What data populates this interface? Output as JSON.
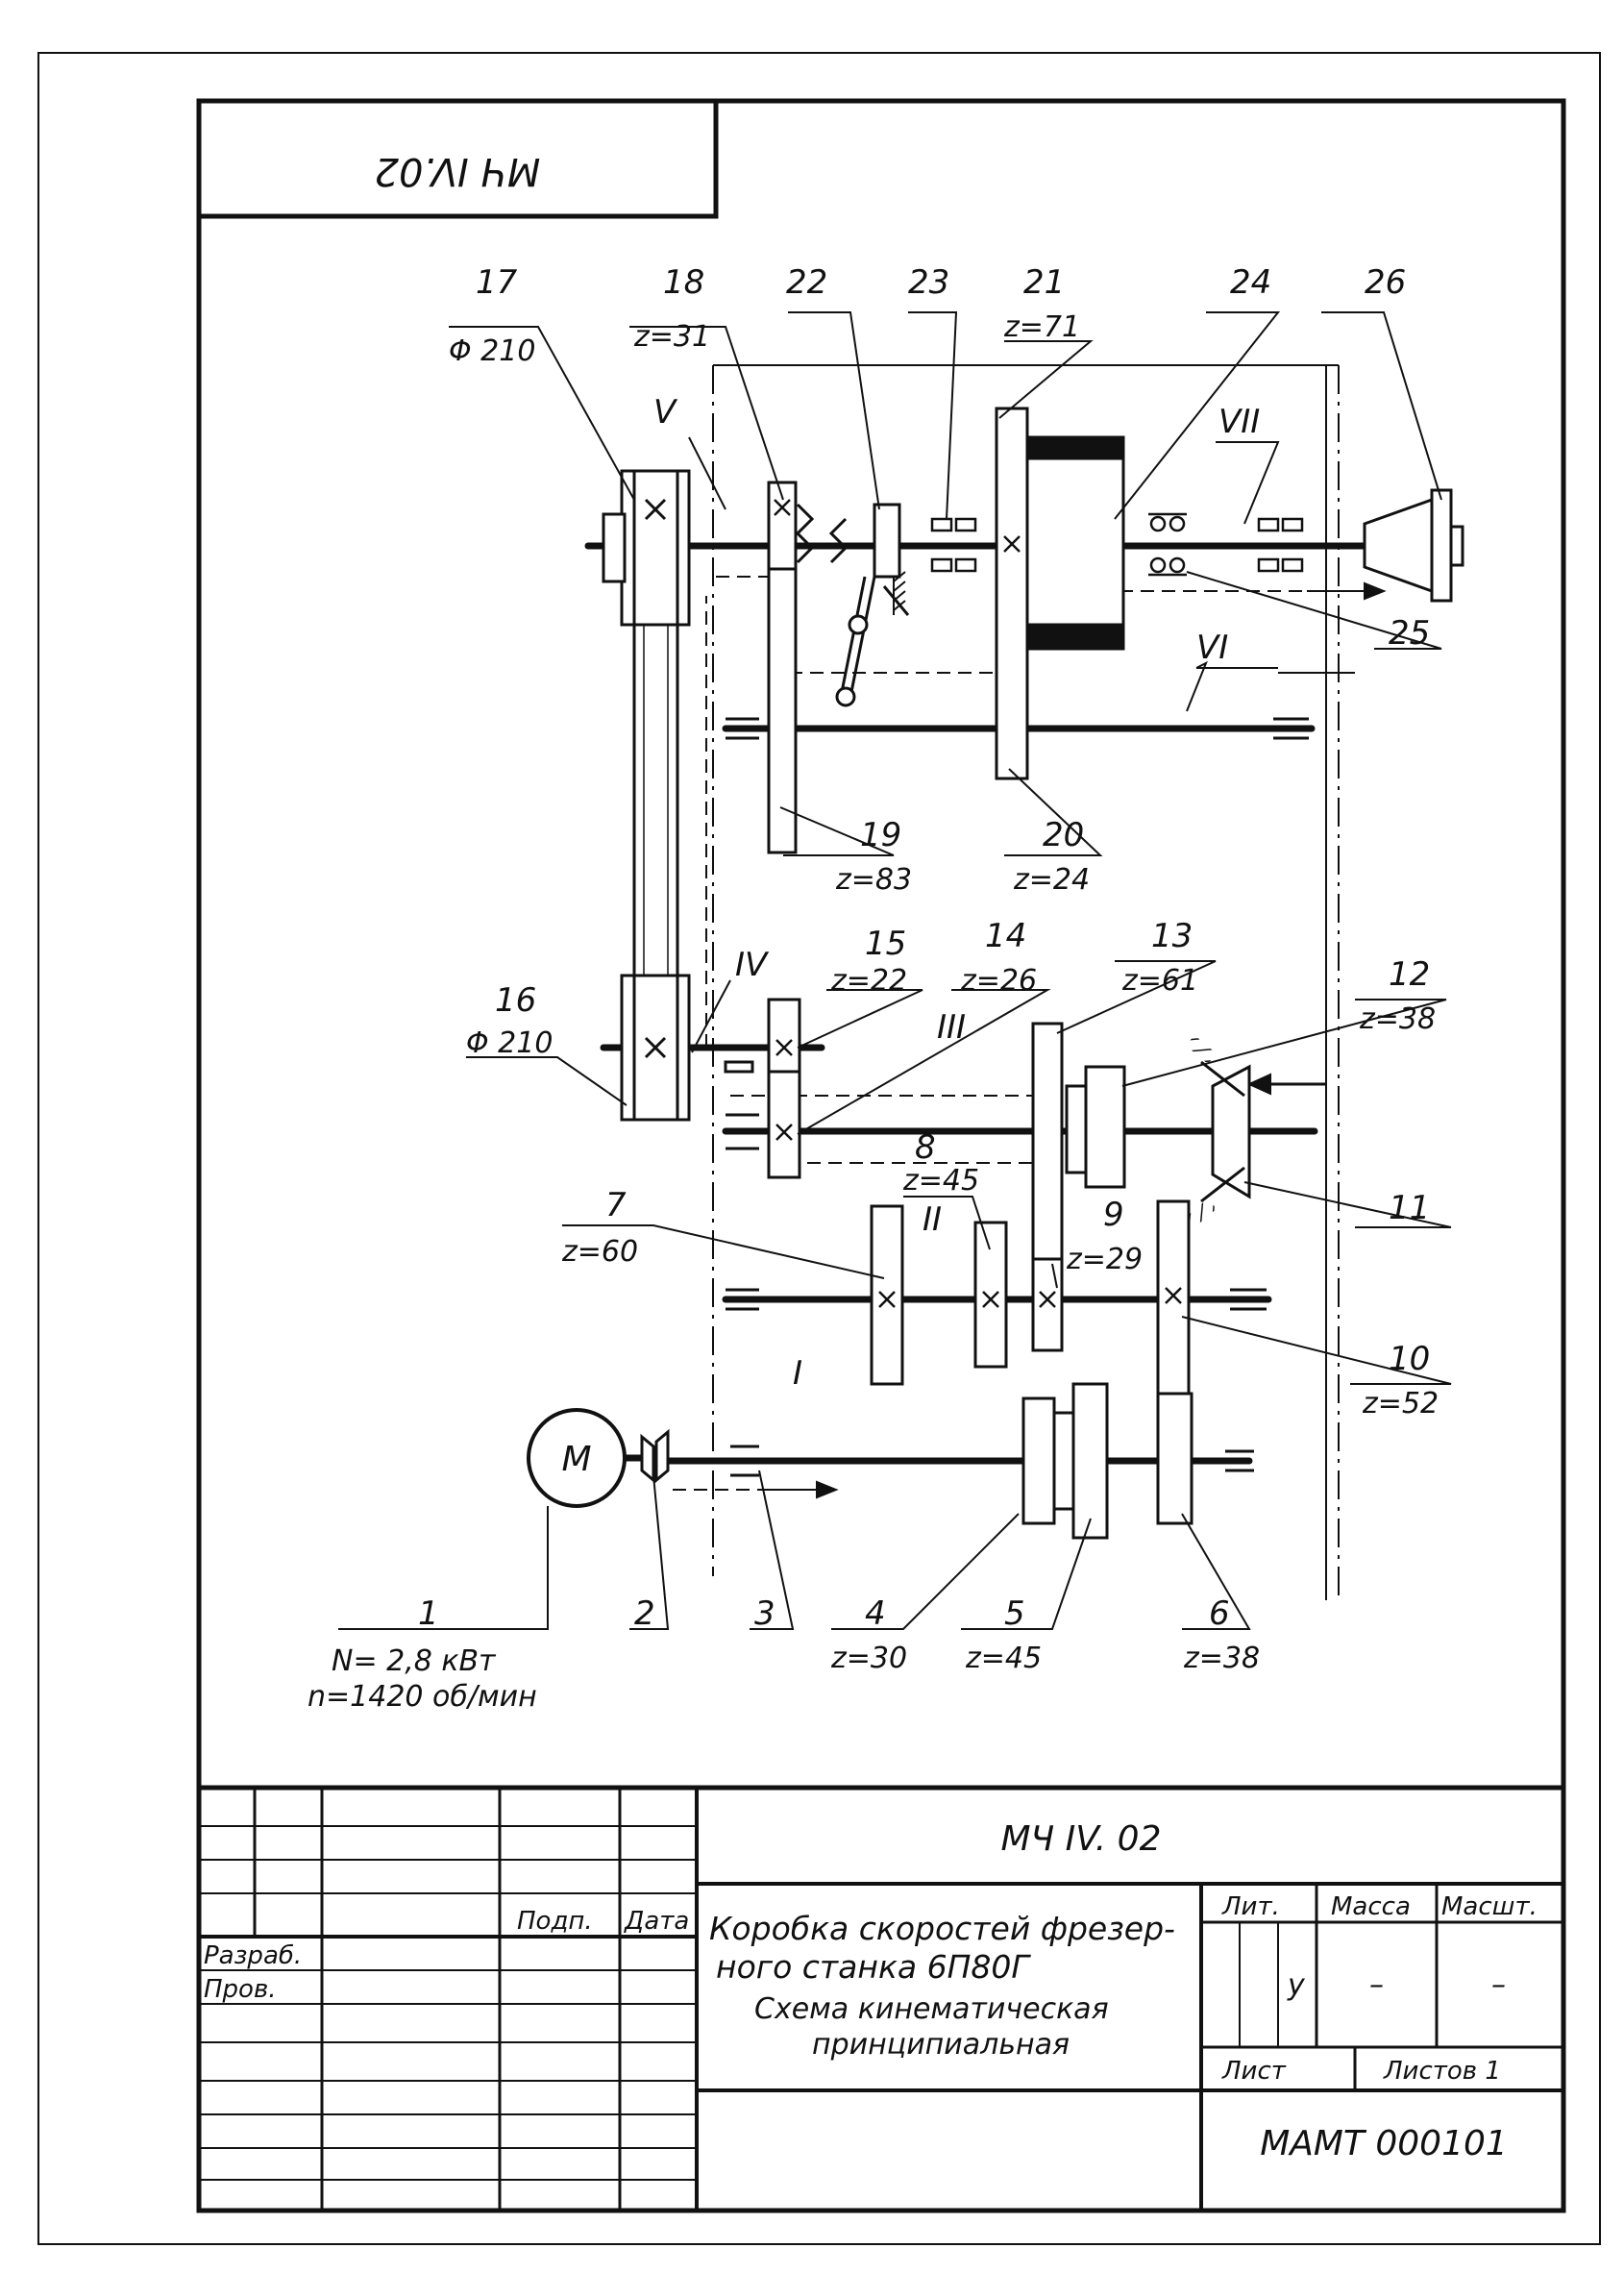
{
  "stamp_code": "МЧ IV.02",
  "drawing": {
    "shafts": [
      "I",
      "II",
      "III",
      "IV",
      "V",
      "VI",
      "VII"
    ],
    "motor_symbol": "M",
    "parts": {
      "p1": {
        "num": "1",
        "l1": "N= 2,8 кВт",
        "l2": "n=1420 об/мин"
      },
      "p2": {
        "num": "2"
      },
      "p3": {
        "num": "3"
      },
      "p4": {
        "num": "4",
        "z": "z=30"
      },
      "p5": {
        "num": "5",
        "z": "z=45"
      },
      "p6": {
        "num": "6",
        "z": "z=38"
      },
      "p7": {
        "num": "7",
        "z": "z=60"
      },
      "p8": {
        "num": "8",
        "z": "z=45"
      },
      "p9": {
        "num": "9",
        "z": "z=29"
      },
      "p10": {
        "num": "10",
        "z": "z=52"
      },
      "p11": {
        "num": "11"
      },
      "p12": {
        "num": "12",
        "z": "z=38"
      },
      "p13": {
        "num": "13",
        "z": "z=61"
      },
      "p14": {
        "num": "14",
        "z": "z=26"
      },
      "p15": {
        "num": "15",
        "z": "z=22"
      },
      "p16": {
        "num": "16",
        "z": "Φ 210"
      },
      "p17": {
        "num": "17",
        "z": "Φ 210"
      },
      "p18": {
        "num": "18",
        "z": "z=31"
      },
      "p19": {
        "num": "19",
        "z": "z=83"
      },
      "p20": {
        "num": "20",
        "z": "z=24"
      },
      "p21": {
        "num": "21",
        "z": "z=71"
      },
      "p22": {
        "num": "22"
      },
      "p23": {
        "num": "23"
      },
      "p24": {
        "num": "24"
      },
      "p25": {
        "num": "25"
      },
      "p26": {
        "num": "26"
      }
    }
  },
  "title_block": {
    "code": "МЧ IV. 02",
    "title_line1": "Коробка скоростей фрезер-",
    "title_line2": "ного станка 6П80Г",
    "subtitle_line1": "Схема кинематическая",
    "subtitle_line2": "принципиальная",
    "col_podp": "Подп.",
    "col_data": "Дата",
    "row_razrab": "Разраб.",
    "row_prov": "Пров.",
    "lit": "Лит.",
    "massa": "Масса",
    "masshtab": "Масшт.",
    "lit_value": "у",
    "massa_value": "–",
    "masshtab_value": "–",
    "list": "Лист",
    "listov": "Листов 1",
    "org": "МАМТ 000101"
  }
}
